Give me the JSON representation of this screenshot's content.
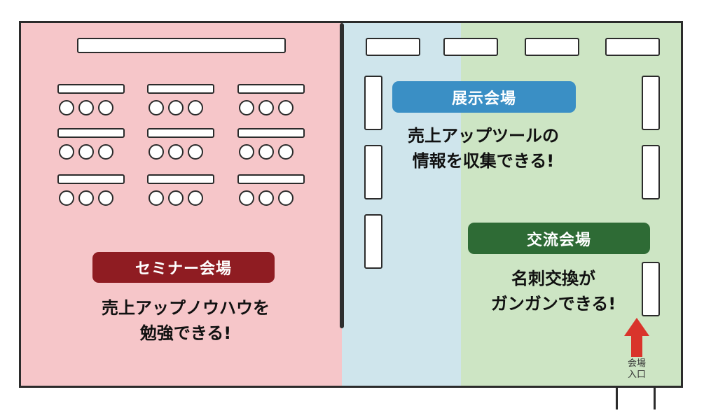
{
  "seminar": {
    "badge": "セミナー会場",
    "desc_line1": "売上アップノウハウを",
    "desc_line2": "勉強できる!"
  },
  "exhibit": {
    "badge": "展示会場",
    "desc_line1": "売上アップツールの",
    "desc_line2": "情報を収集できる!"
  },
  "network": {
    "badge": "交流会場",
    "desc_line1": "名刺交換が",
    "desc_line2": "ガンガンできる!"
  },
  "entrance": {
    "label_line1": "会場",
    "label_line2": "入口"
  },
  "colors": {
    "seminar_zone": "#f6c6c9",
    "exhibit_zone": "#cfe5ec",
    "network_zone": "#cde5c4",
    "seminar_badge": "#8f1c22",
    "exhibit_badge": "#3a8fc5",
    "network_badge": "#2e6b35",
    "entrance_arrow": "#d9342b"
  },
  "seating": {
    "blocks_per_row": 3,
    "block_rows": 3,
    "seats_per_block": 3
  }
}
